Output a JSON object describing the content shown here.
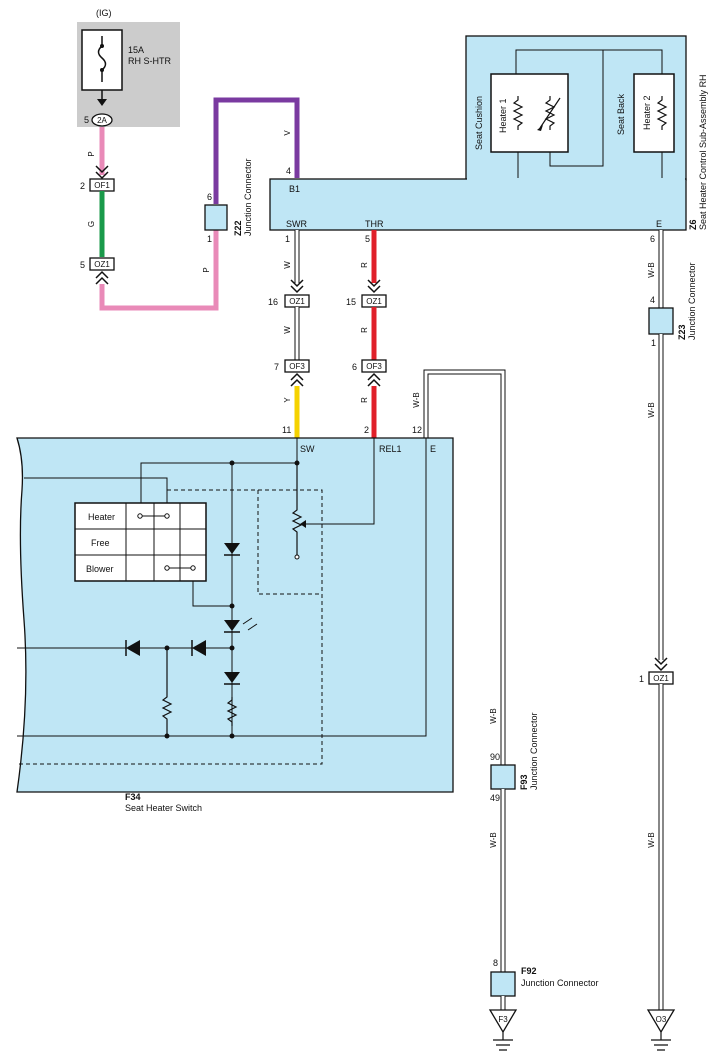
{
  "power": {
    "source": "(IG)",
    "fuse_rating": "15A",
    "fuse_name": "RH S-HTR",
    "pin": "5",
    "connector": "2A"
  },
  "wire_colors": {
    "pink": "P",
    "green": "G",
    "violet": "V",
    "white": "W",
    "red": "R",
    "yellow": "Y",
    "white_black": "W-B"
  },
  "connectors": {
    "of1": "OF1",
    "oz1": "OZ1",
    "of3": "OF3",
    "f3": "F3",
    "o3": "O3",
    "z22": {
      "id": "Z22",
      "name": "Junction Connector",
      "pin_top": "6",
      "pin_bottom": "1"
    },
    "z23": {
      "id": "Z23",
      "name": "Junction Connector",
      "pin_top": "4",
      "pin_bottom": "1"
    },
    "f93": {
      "id": "F93",
      "name": "Junction Connector",
      "pin_top": "90",
      "pin_bottom": "49"
    },
    "f92": {
      "id": "F92",
      "name": "Junction Connector",
      "pin_top": "8"
    }
  },
  "pins": {
    "of1_left": "2",
    "oz1_left": "5",
    "b1_pin": "4",
    "swr_pin": "1",
    "thr_pin": "5",
    "e_pin": "6",
    "oz1_sw": "16",
    "oz1_thr": "15",
    "of3_sw": "7",
    "of3_thr": "6",
    "sw_in": "11",
    "rel1_in": "2",
    "e_in": "12",
    "oz1_right": "1"
  },
  "z6": {
    "id": "Z6",
    "name": "Seat Heater Control Sub-Assembly RH",
    "terminals": {
      "b1": "B1",
      "swr": "SWR",
      "thr": "THR",
      "e": "E"
    },
    "seat_cushion": "Seat Cushion",
    "heater1": "Heater 1",
    "seat_back": "Seat Back",
    "heater2": "Heater 2"
  },
  "f34": {
    "id": "F34",
    "name": "Seat Heater Switch",
    "terminals": {
      "sw": "SW",
      "rel1": "REL1",
      "e": "E"
    },
    "modes": [
      "Heater",
      "Free",
      "Blower"
    ]
  }
}
